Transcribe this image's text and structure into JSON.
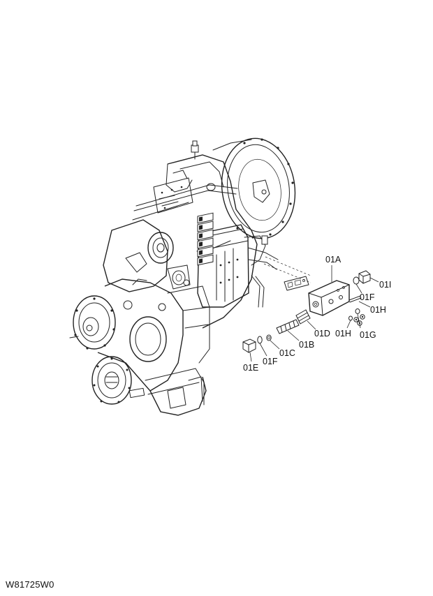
{
  "diagram_code": "W81725W0",
  "labels": {
    "01A": "01A",
    "01B": "01B",
    "01C": "01C",
    "01D": "01D",
    "01E": "01E",
    "01F_right": "01F",
    "01F_left": "01F",
    "01G": "01G",
    "01H_right": "01H",
    "01H_left": "01H",
    "01I": "01I"
  }
}
